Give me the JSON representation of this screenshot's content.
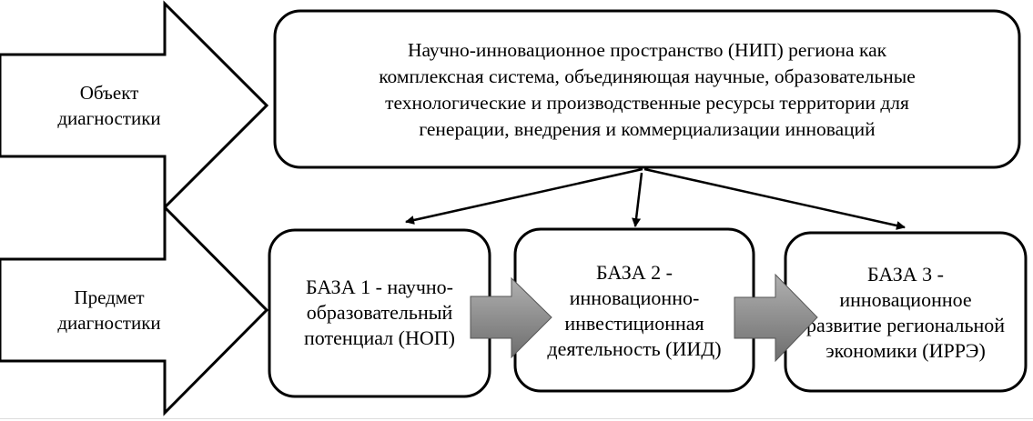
{
  "diagram": {
    "left_arrows": [
      {
        "id": "object",
        "lines": [
          "Объект",
          "диагностики"
        ]
      },
      {
        "id": "subject",
        "lines": [
          "Предмет",
          "диагностики"
        ]
      }
    ],
    "top_box": {
      "lines": [
        "Научно-инновационное пространство (НИП) региона как",
        "комплексная система, объединяющая научные, образовательные",
        "технологические и производственные ресурсы территории для",
        "генерации, внедрения и коммерциализации инноваций"
      ]
    },
    "bases": [
      {
        "lines": [
          "БАЗА 1 - научно-",
          "образовательный",
          "потенциал (НОП)"
        ]
      },
      {
        "lines": [
          "БАЗА 2 -",
          "инновационно-",
          "инвестиционная",
          "деятельность (ИИД)"
        ]
      },
      {
        "lines": [
          "БАЗА 3 -",
          "инновационное",
          "развитие региональной",
          "экономики (ИРРЭ)"
        ]
      }
    ],
    "colors": {
      "stroke": "#000000",
      "flow_arrow_fill_light": "#b0b0b0",
      "flow_arrow_fill_dark": "#6e6e6e"
    }
  }
}
